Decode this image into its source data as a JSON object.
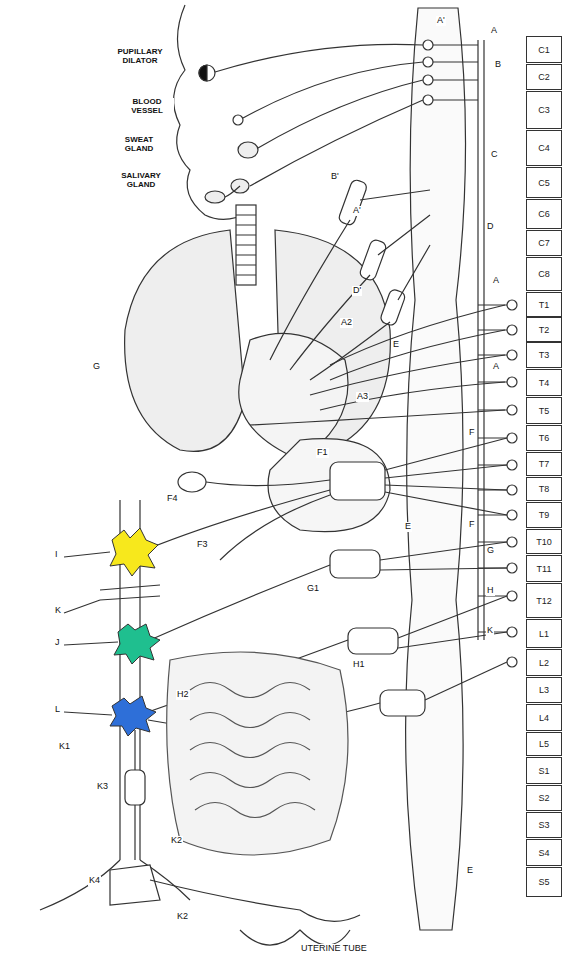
{
  "diagram": {
    "nodes": [
      {
        "text": [
          "C1"
        ]
      },
      {
        "text": [
          "C2"
        ]
      },
      {
        "text": [
          "C3"
        ]
      },
      {
        "text": [
          "C4"
        ]
      },
      {
        "text": [
          "C5"
        ]
      },
      {
        "text": [
          "C6"
        ]
      },
      {
        "text": [
          "C7"
        ]
      },
      {
        "text": [
          "C8"
        ]
      },
      {
        "text": [
          "T1"
        ]
      },
      {
        "text": [
          "T2"
        ]
      },
      {
        "text": [
          "T3"
        ]
      },
      {
        "text": [
          "T4"
        ]
      },
      {
        "text": [
          "T5"
        ]
      },
      {
        "text": [
          "T6"
        ]
      },
      {
        "text": [
          "T7"
        ]
      },
      {
        "text": [
          "T8"
        ]
      },
      {
        "text": [
          "T9"
        ]
      },
      {
        "text": [
          "T10"
        ]
      },
      {
        "text": [
          "T11"
        ]
      },
      {
        "text": [
          "T12"
        ]
      },
      {
        "text": [
          "L1"
        ]
      },
      {
        "text": [
          "L2"
        ]
      },
      {
        "text": [
          "L3"
        ]
      },
      {
        "text": [
          "L4"
        ]
      },
      {
        "text": [
          "L5"
        ]
      },
      {
        "text": [
          "S1"
        ]
      },
      {
        "text": [
          "S2"
        ]
      },
      {
        "text": [
          "S3"
        ]
      },
      {
        "text": [
          "S4"
        ]
      },
      {
        "text": [
          "S5"
        ]
      }
    ],
    "labels": [
      "PUPILLARY DILATOR",
      "BLOOD VESSEL",
      "SWEAT GLAND",
      "SALIVARY GLAND",
      "A'",
      "A",
      "B",
      "C",
      "D",
      "A",
      "A",
      "G",
      "F",
      "F",
      "G",
      "H",
      "K",
      "E",
      "I",
      "K",
      "J",
      "L",
      "K1",
      "K3",
      "K4",
      "K2",
      "UTERINE TUBE",
      "F4",
      "F1",
      "F3",
      "G1",
      "H1",
      "H2",
      "B'",
      "A'",
      "D'",
      "A2",
      "A3",
      "E",
      "E",
      "K2"
    ]
  }
}
